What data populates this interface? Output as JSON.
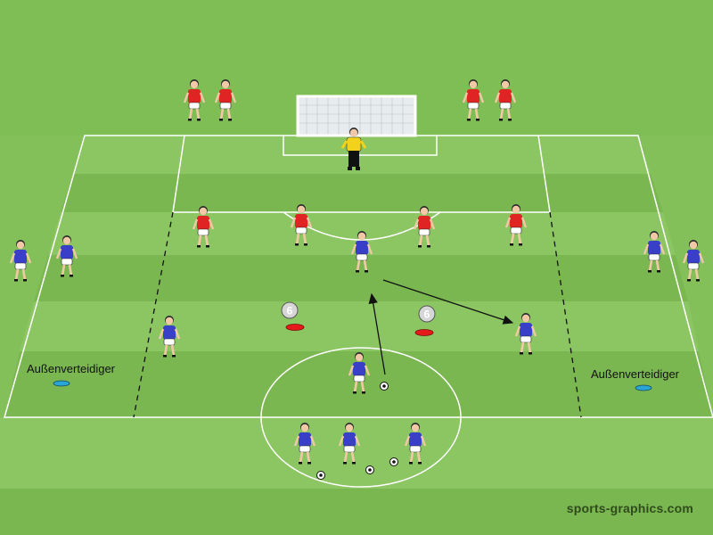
{
  "diagram": {
    "colors": {
      "grass_light": "#8cc663",
      "grass_dark": "#7bb751",
      "lines": "#ffffff",
      "red_team": "#e02323",
      "blue_team": "#3a3fc8",
      "goalkeeper": "#f2d21b",
      "cone_red": "#e51b1b",
      "disc_blue": "#2aa6d6",
      "arrow": "#111111"
    },
    "labels": {
      "left_fullback": "Außenverteidiger",
      "right_fullback": "Außenverteidiger",
      "marker_left": "6",
      "marker_right": "6"
    },
    "watermark": "sports-graphics.com"
  }
}
